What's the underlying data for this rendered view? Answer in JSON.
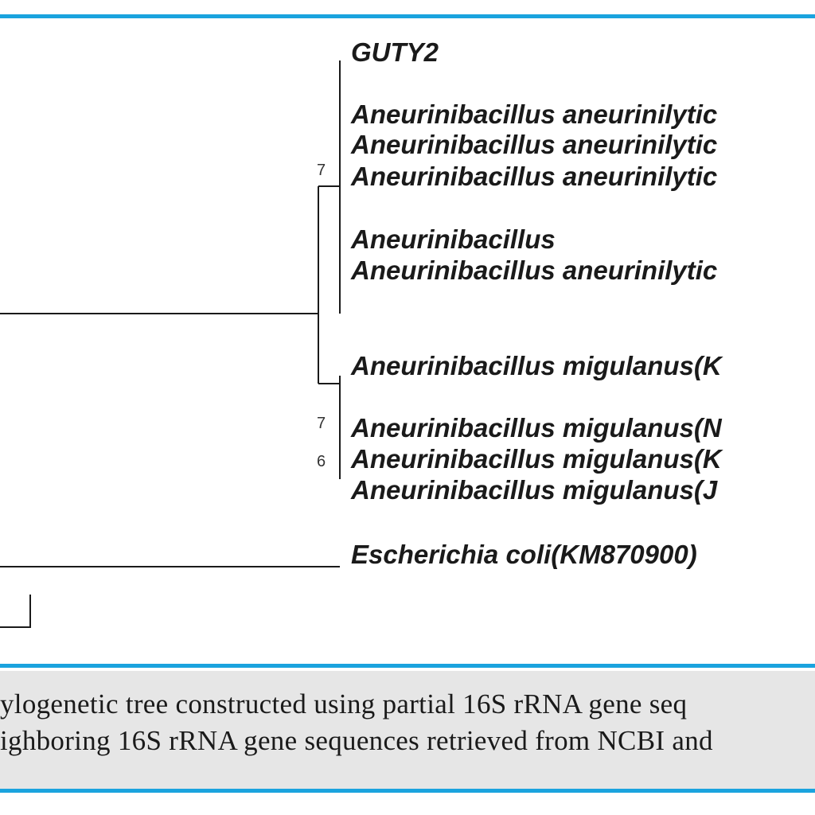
{
  "tree": {
    "taxa": [
      "GUTY2",
      "Aneurinibacillus aneurinilytic",
      "Aneurinibacillus aneurinilytic",
      "Aneurinibacillus aneurinilytic",
      "Aneurinibacillus",
      "Aneurinibacillus aneurinilytic",
      "Aneurinibacillus migulanus(K",
      "Aneurinibacillus migulanus(N",
      "Aneurinibacillus migulanus(K",
      "Aneurinibacillus migulanus(J",
      "Escherichia coli(KM870900)"
    ],
    "bootstrap": [
      "7",
      "7",
      "6"
    ]
  },
  "caption": {
    "line1": "ylogenetic tree constructed using partial 16S rRNA gene seq",
    "line2": "ighboring 16S rRNA gene sequences retrieved from NCBI and"
  },
  "colors": {
    "rule": "#1aa3de",
    "caption_bg": "#e6e6e6"
  }
}
